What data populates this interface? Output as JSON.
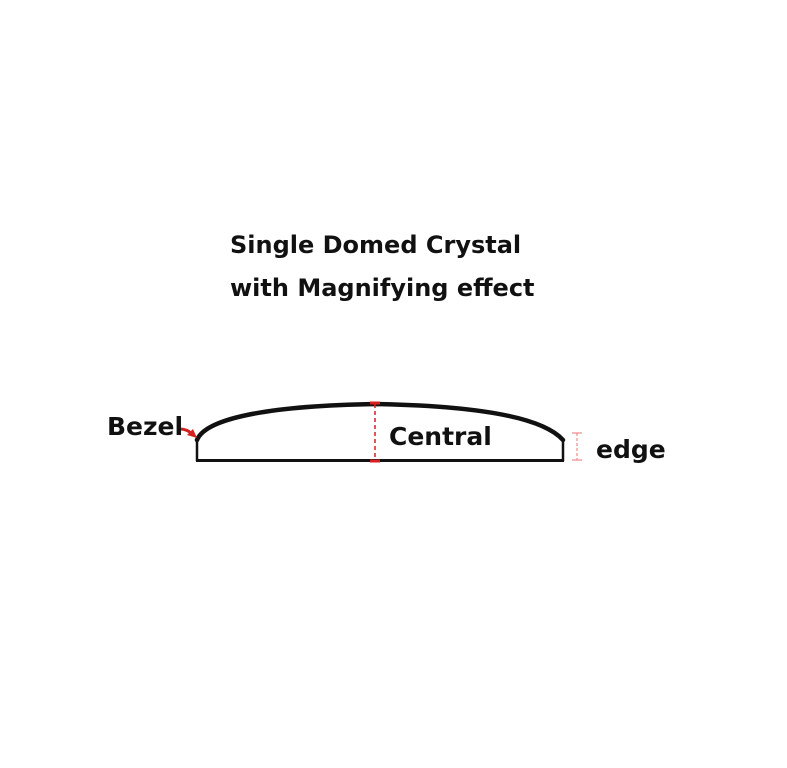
{
  "title": {
    "line1": "Single Domed Crystal",
    "line2": "with Magnifying effect"
  },
  "labels": {
    "bezel": "Bezel",
    "central": "Central",
    "edge": "edge"
  },
  "colors": {
    "outline": "#111111",
    "marker": "#d42020",
    "edge_marker": "#f08a8a",
    "background": "#ffffff"
  }
}
